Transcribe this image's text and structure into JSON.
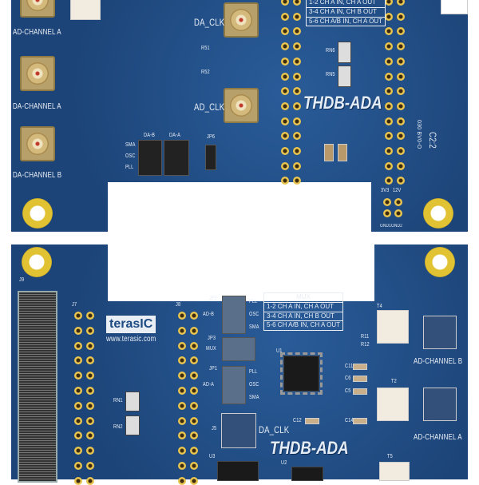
{
  "top_board": {
    "title": "THDB-ADA",
    "labels": {
      "ad_channel_a": "AD-CHANNEL A",
      "da_channel_a": "DA-CHANNEL A",
      "da_channel_b": "DA-CHANNEL B",
      "da_clk": "DA_CLK",
      "ad_clk": "AD_CLK",
      "da_b": "DA-B",
      "da_a": "DA-A",
      "sma": "SMA",
      "osc": "OSC",
      "pll": "PLL",
      "jp6": "JP6",
      "rn6": "RN6",
      "rn5": "RN5",
      "r51": "R51",
      "r52": "R52",
      "v3v3": "3V3",
      "v12": "12V",
      "gnd": "GND1GND2",
      "rev": "C2:2",
      "code": "030 BV0-O"
    },
    "mux_rows": [
      "1-2  CH A IN, CH A OUT",
      "3-4  CH A IN, CH B OUT",
      "5-6  CH A/B IN, CH A OUT"
    ]
  },
  "bottom_board": {
    "title": "THDB-ADA",
    "logo": "terasIC",
    "url": "www.terasic.com",
    "labels": {
      "j9": "J9",
      "j7": "J7",
      "j8": "J8",
      "jp2": "JP2",
      "jp3": "JP3",
      "jp1": "JP1",
      "ad_b": "AD-B",
      "mux": "MUX",
      "ad_a": "AD-A",
      "pll": "PLL",
      "osc": "OSC",
      "sma": "SMA",
      "pll2": "PLL",
      "osc2": "OSC",
      "sma2": "SMA",
      "u1": "U1",
      "u2": "U2",
      "u3": "U3",
      "j5": "J5",
      "da_clk": "DA_CLK",
      "rn1": "RN1",
      "rn2": "RN2",
      "t4": "T4",
      "t2": "T2",
      "t5": "T5",
      "c11": "C11",
      "c6": "C6",
      "c5": "C5",
      "c14": "C14",
      "c12": "C12",
      "r11": "R11",
      "r12": "R12",
      "ad_channel_b": "AD-CHANNEL B",
      "ad_channel_a": "AD-CHANNEL A"
    },
    "mux_header": "MUX",
    "mux_rows": [
      "1-2  CH A IN, CH A OUT",
      "3-4  CH A IN, CH B OUT",
      "5-6  CH A/B IN, CH A OUT"
    ]
  }
}
